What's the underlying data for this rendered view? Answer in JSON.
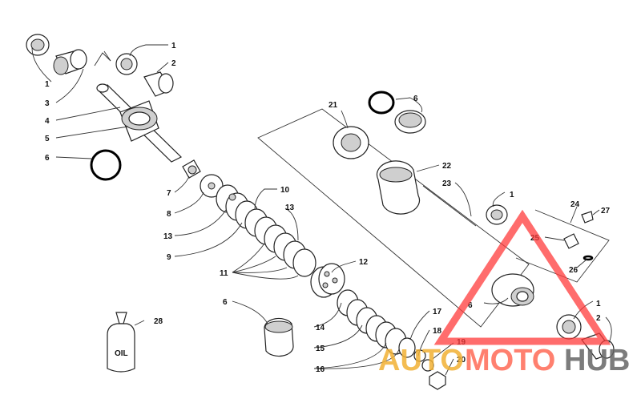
{
  "callouts": [
    {
      "id": "c1a",
      "text": "1"
    },
    {
      "id": "c1b",
      "text": "1"
    },
    {
      "id": "c1c",
      "text": "1"
    },
    {
      "id": "c1d",
      "text": "1"
    },
    {
      "id": "c2a",
      "text": "2"
    },
    {
      "id": "c2b",
      "text": "2"
    },
    {
      "id": "c3",
      "text": "3"
    },
    {
      "id": "c4",
      "text": "4"
    },
    {
      "id": "c5",
      "text": "5"
    },
    {
      "id": "c6a",
      "text": "6"
    },
    {
      "id": "c6b",
      "text": "6"
    },
    {
      "id": "c6c",
      "text": "6"
    },
    {
      "id": "c6d",
      "text": "6"
    },
    {
      "id": "c7",
      "text": "7"
    },
    {
      "id": "c8",
      "text": "8"
    },
    {
      "id": "c9",
      "text": "9"
    },
    {
      "id": "c10",
      "text": "10"
    },
    {
      "id": "c11",
      "text": "11"
    },
    {
      "id": "c12",
      "text": "12"
    },
    {
      "id": "c13a",
      "text": "13"
    },
    {
      "id": "c13b",
      "text": "13"
    },
    {
      "id": "c14",
      "text": "14"
    },
    {
      "id": "c15",
      "text": "15"
    },
    {
      "id": "c16",
      "text": "16"
    },
    {
      "id": "c17",
      "text": "17"
    },
    {
      "id": "c18",
      "text": "18"
    },
    {
      "id": "c19",
      "text": "19"
    },
    {
      "id": "c20",
      "text": "20"
    },
    {
      "id": "c21",
      "text": "21"
    },
    {
      "id": "c22",
      "text": "22"
    },
    {
      "id": "c23",
      "text": "23"
    },
    {
      "id": "c24",
      "text": "24"
    },
    {
      "id": "c25",
      "text": "25"
    },
    {
      "id": "c26",
      "text": "26"
    },
    {
      "id": "c27",
      "text": "27"
    },
    {
      "id": "c28",
      "text": "28"
    }
  ],
  "oil_bottle_label": "OIL",
  "watermark": {
    "part1": "AUTO",
    "part2": "MOTO",
    "part3": "HUB",
    "colors": {
      "triangle": "#ff3b3b",
      "auto": "#f2b134",
      "moto": "#ff6b57",
      "hub": "#666666"
    }
  }
}
